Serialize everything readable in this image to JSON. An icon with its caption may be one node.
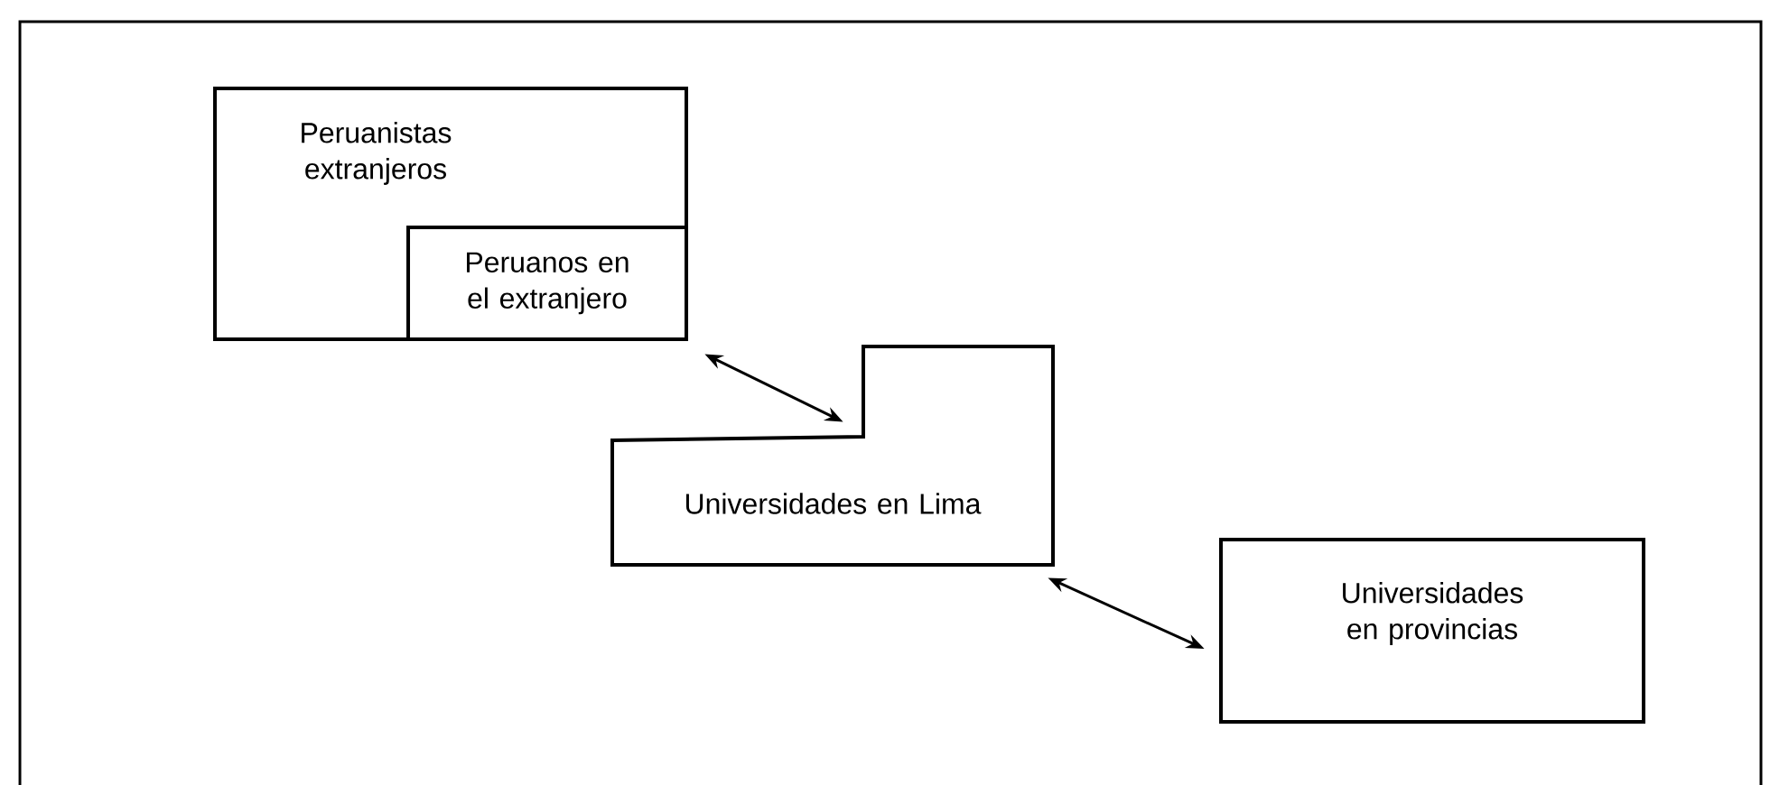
{
  "diagram": {
    "nodes": [
      {
        "text": [
          "Peruanistas extranjeros"
        ]
      },
      {
        "text": [
          "Peruanos en el extranjero"
        ],
        "in": 0
      },
      {
        "text": [
          "Universidades en Lima"
        ]
      },
      {
        "text": [
          "Universidades en provincias"
        ]
      }
    ],
    "edges": [
      {
        "from": 1,
        "to": 2,
        "arrow": "both"
      },
      {
        "from": 2,
        "to": 3,
        "arrow": "both"
      }
    ]
  }
}
